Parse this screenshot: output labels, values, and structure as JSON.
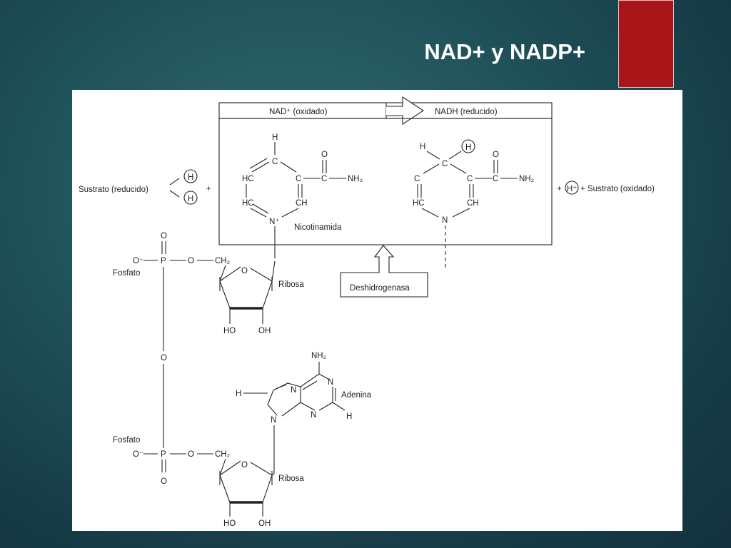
{
  "slide": {
    "title": "NAD+ y NADP+"
  },
  "figure": {
    "banner_left": "NAD⁺ (oxidado)",
    "banner_right": "NADH (reducido)",
    "substrate_reduced": "Sustrato (reducido)",
    "substrate_oxidized_suffix": "+ Sustrato (oxidado)",
    "plus": "+",
    "h_plus": "H⁺",
    "enzyme": "Deshidrogenasa",
    "nicotinamide": "Nicotinamida",
    "phosphate_1": "Fosfato",
    "phosphate_2": "Fosfato",
    "ribose_1": "Ribosa",
    "ribose_2": "Ribosa",
    "adenine": "Adenina",
    "atoms": {
      "H": "H",
      "C": "C",
      "O": "O",
      "N": "N",
      "N_plus": "N⁺",
      "HC": "HC",
      "CH": "CH",
      "NH2": "NH₂",
      "O_minus": "O⁻",
      "P": "P",
      "CH2": "CH₂",
      "HO": "HO",
      "OH": "OH"
    }
  }
}
